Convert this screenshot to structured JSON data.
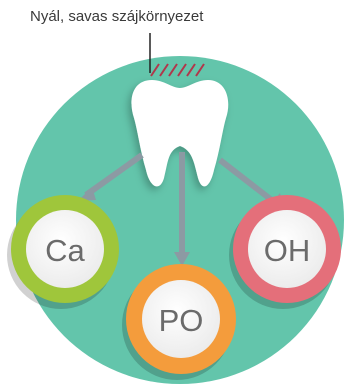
{
  "title": "Nyál, savas szájkörnyezet",
  "nodes": {
    "ca": {
      "label": "Ca",
      "ring_color": "#9fc63b"
    },
    "po": {
      "label": "PO",
      "ring_color": "#f49c3c"
    },
    "oh": {
      "label": "OH",
      "ring_color": "#e46f7a"
    }
  },
  "colors": {
    "background_circle": "#63c5ab",
    "hatch": "#b0374b",
    "arrow": "#8c9aa3",
    "tooth": "#ffffff"
  }
}
